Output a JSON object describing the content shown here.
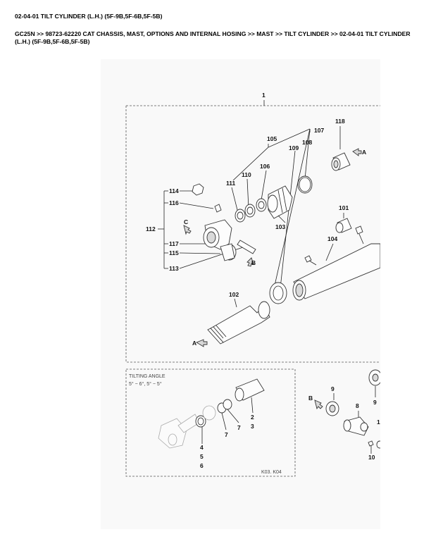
{
  "header": {
    "title": "02-04-01 TILT CYLINDER (L.H.) (5F-9B,5F-6B,5F-5B)",
    "breadcrumb": "GC25N >> 98723-62220 CAT CHASSIS, MAST, OPTIONS AND INTERNAL HOSING >> MAST >> TILT CYLINDER >> 02-04-01 TILT CYLINDER (L.H.) (5F-9B,5F-6B,5F-5B)"
  },
  "diagram": {
    "callouts": {
      "c1": "1",
      "c101": "101",
      "c102": "102",
      "c103": "103",
      "c104": "104",
      "c105": "105",
      "c106": "106",
      "c107": "107",
      "c108": "108",
      "c109": "109",
      "c110": "110",
      "c111": "111",
      "c112": "112",
      "c113": "113",
      "c114": "114",
      "c115": "115",
      "c116": "116",
      "c117": "117",
      "c118": "118",
      "c2": "2",
      "c3": "3",
      "c4": "4",
      "c5": "5",
      "c6": "6",
      "c7a": "7",
      "c7b": "7",
      "c8": "8",
      "c9a": "9",
      "c9b": "9",
      "c10": "10",
      "c1b": "1"
    },
    "view_markers": {
      "a1": "A",
      "a2": "A",
      "b1": "B",
      "b2": "B",
      "c1": "C"
    },
    "tilting_angle": {
      "title": "TILTING ANGLE",
      "values": "5° − 6°, 5° − 5°"
    },
    "code": "K03. K04",
    "colors": {
      "background": "#f9f9f9",
      "line": "#222222"
    }
  }
}
